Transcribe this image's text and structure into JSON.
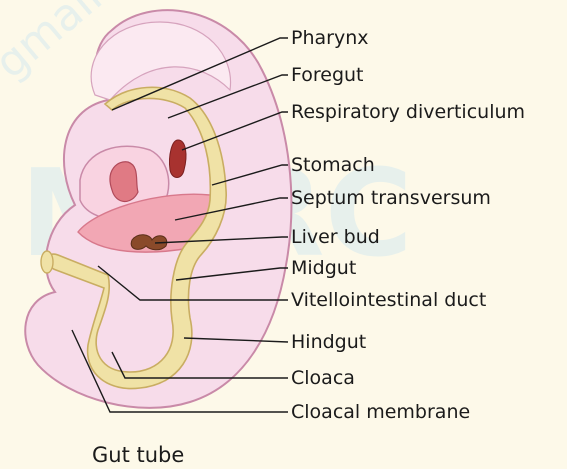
{
  "labels": {
    "pharynx": "Pharynx",
    "foregut": "Foregut",
    "respiratory_diverticulum": "Respiratory diverticulum",
    "stomach": "Stomach",
    "septum_transversum": "Septum transversum",
    "liver_bud": "Liver bud",
    "midgut": "Midgut",
    "vitellointestinal_duct": "Vitellointestinal duct",
    "hindgut": "Hindgut",
    "cloaca": "Cloaca",
    "cloacal_membrane": "Cloacal membrane"
  },
  "caption": "Gut tube",
  "colors": {
    "background": "#fdf9e9",
    "embryo_fill": "#f7dcea",
    "embryo_outline": "#c98aa8",
    "gut_tube": "#f0e2a6",
    "gut_outline": "#c9ad62",
    "septum": "#f2a7b4",
    "heart": "#e07a84",
    "liver_bud": "#8a4a2a",
    "diverticulum": "#a8322f",
    "watermark": "#bfe2f2"
  }
}
